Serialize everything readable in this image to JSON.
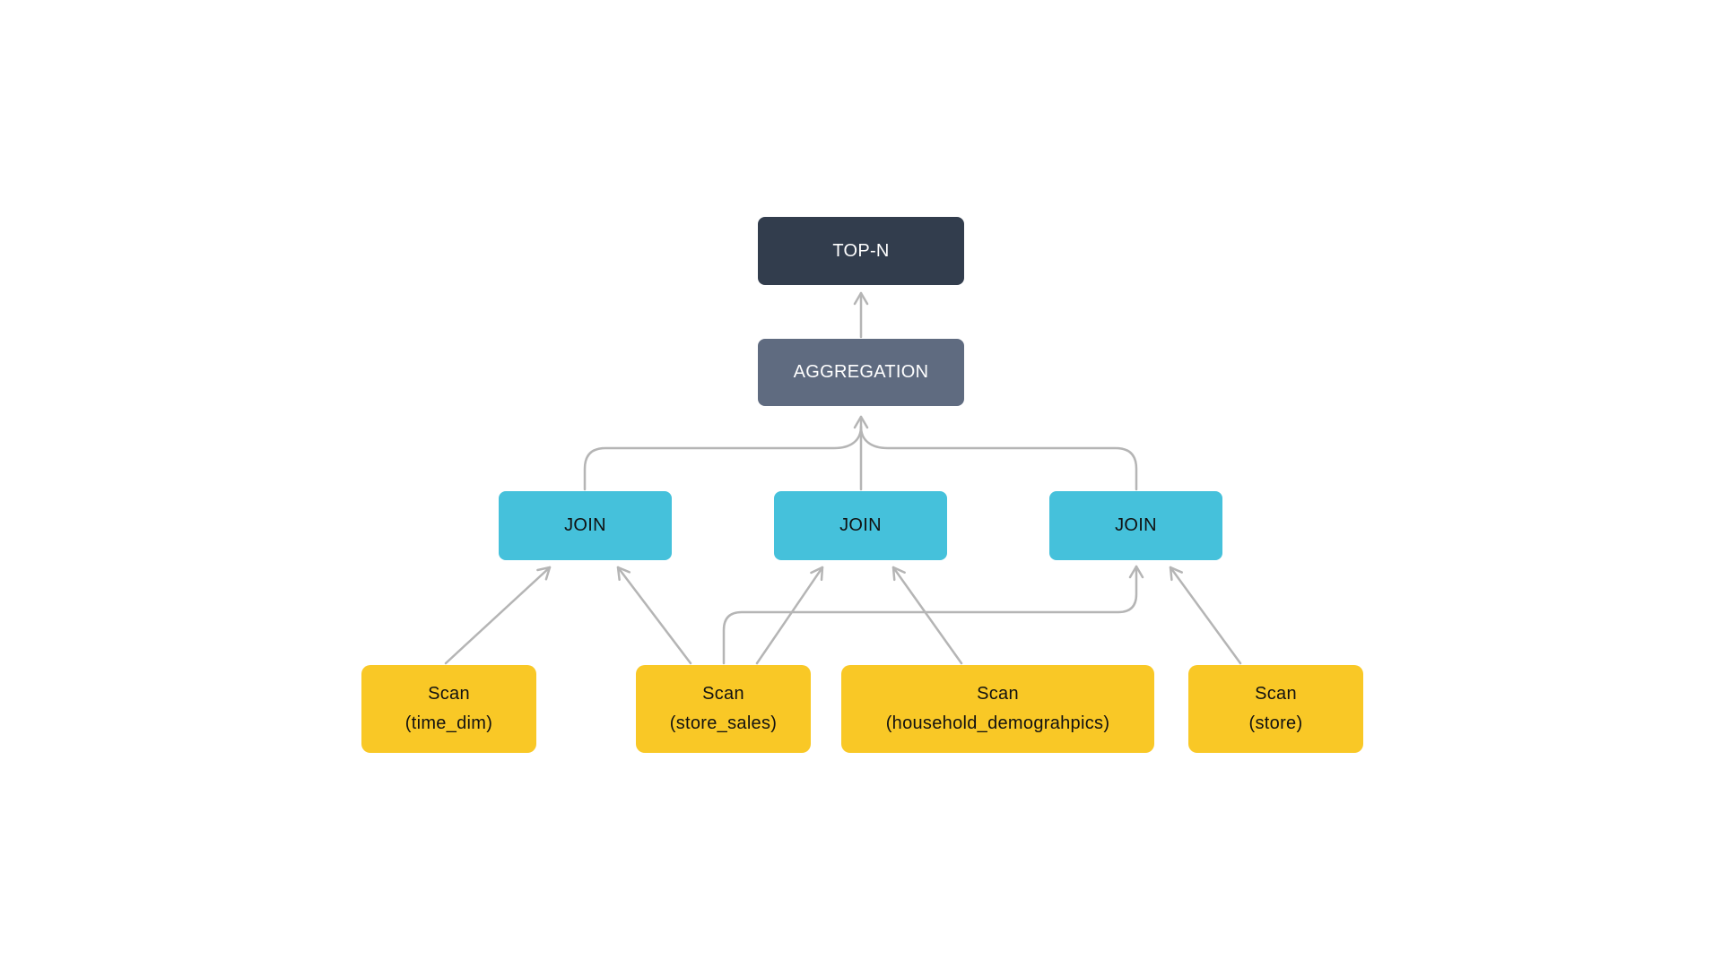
{
  "diagram": {
    "nodes": {
      "top_n": {
        "label": "TOP-N"
      },
      "aggregation": {
        "label": "AGGREGATION"
      },
      "join_left": {
        "label": "JOIN"
      },
      "join_middle": {
        "label": "JOIN"
      },
      "join_right": {
        "label": "JOIN"
      },
      "scan_time_dim": {
        "line1": "Scan",
        "line2": "(time_dim)"
      },
      "scan_store_sales": {
        "line1": "Scan",
        "line2": "(store_sales)"
      },
      "scan_household_demograhpics": {
        "line1": "Scan",
        "line2": "(household_demograhpics)"
      },
      "scan_store": {
        "line1": "Scan",
        "line2": "(store)"
      }
    },
    "edges": [
      {
        "from": "aggregation",
        "to": "top_n"
      },
      {
        "from": "join_left",
        "to": "aggregation"
      },
      {
        "from": "join_middle",
        "to": "aggregation"
      },
      {
        "from": "join_right",
        "to": "aggregation"
      },
      {
        "from": "scan_time_dim",
        "to": "join_left"
      },
      {
        "from": "scan_store_sales",
        "to": "join_left"
      },
      {
        "from": "scan_store_sales",
        "to": "join_middle"
      },
      {
        "from": "scan_store_sales",
        "to": "join_right"
      },
      {
        "from": "scan_household_demograhpics",
        "to": "join_middle"
      },
      {
        "from": "scan_store",
        "to": "join_right"
      }
    ],
    "colors": {
      "top_n_bg": "#323D4D",
      "aggregation_bg": "#5F6B80",
      "join_bg": "#45C1DB",
      "scan_bg": "#F9C826",
      "arrow": "#B5B5B5",
      "label_light": "#FFFFFF",
      "label_dark": "#111111"
    }
  }
}
